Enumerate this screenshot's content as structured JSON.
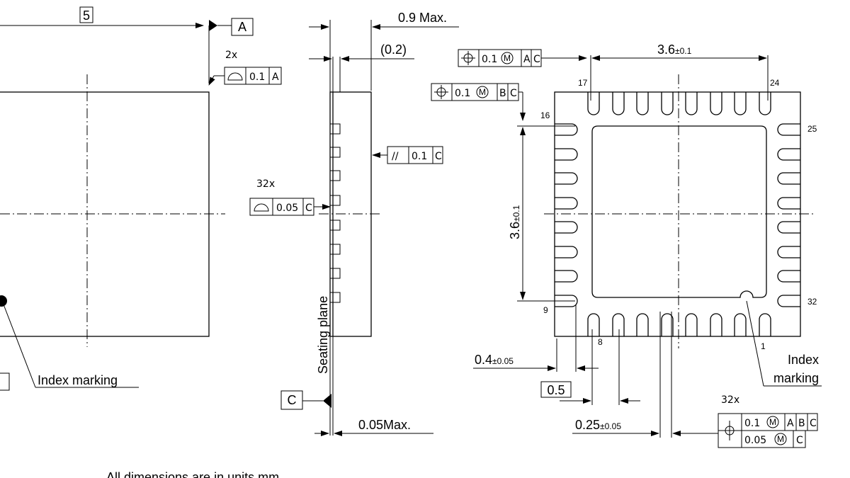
{
  "datum_a_dim": "5",
  "datum_a": "A",
  "datum_c": "C",
  "profile_count_top": "2x",
  "profile_tol_top": "0.1",
  "profile_datum_top": "A",
  "index_marking_left": "Index marking",
  "side": {
    "height_max": "0.9 Max.",
    "standoff": "(0.2)",
    "parallel_symbol": "//",
    "parallel_tol": "0.1",
    "parallel_datum": "C",
    "lead_count": "32x",
    "lead_profile_tol": "0.05",
    "lead_profile_datum": "C",
    "seating_plane": "Seating plane",
    "coplanarity": "0.05Max."
  },
  "bottom": {
    "fcf_a": {
      "tol": "0.1",
      "mod": "M",
      "datums": [
        "A",
        "C"
      ]
    },
    "fcf_b": {
      "tol": "0.1",
      "mod": "M",
      "datums": [
        "B",
        "C"
      ]
    },
    "width": "3.6",
    "width_tol": "±0.1",
    "height": "3.6",
    "height_tol": "±0.1",
    "pins": {
      "p1": "1",
      "p8": "8",
      "p9": "9",
      "p16": "16",
      "p17": "17",
      "p24": "24",
      "p25": "25",
      "p32": "32"
    },
    "pad_len": "0.4",
    "pad_len_tol": "±0.05",
    "pitch": "0.5",
    "pad_width": "0.25",
    "pad_width_tol": "±0.05",
    "lead_count": "32x",
    "fcf_c": {
      "tol": "0.1",
      "mod": "M",
      "datums": [
        "A",
        "B",
        "C"
      ]
    },
    "fcf_d": {
      "tol": "0.05",
      "mod": "M",
      "datums": [
        "C"
      ]
    },
    "index_marking_line1": "Index",
    "index_marking_line2": "marking"
  },
  "note": "All dimensions are in units mm"
}
